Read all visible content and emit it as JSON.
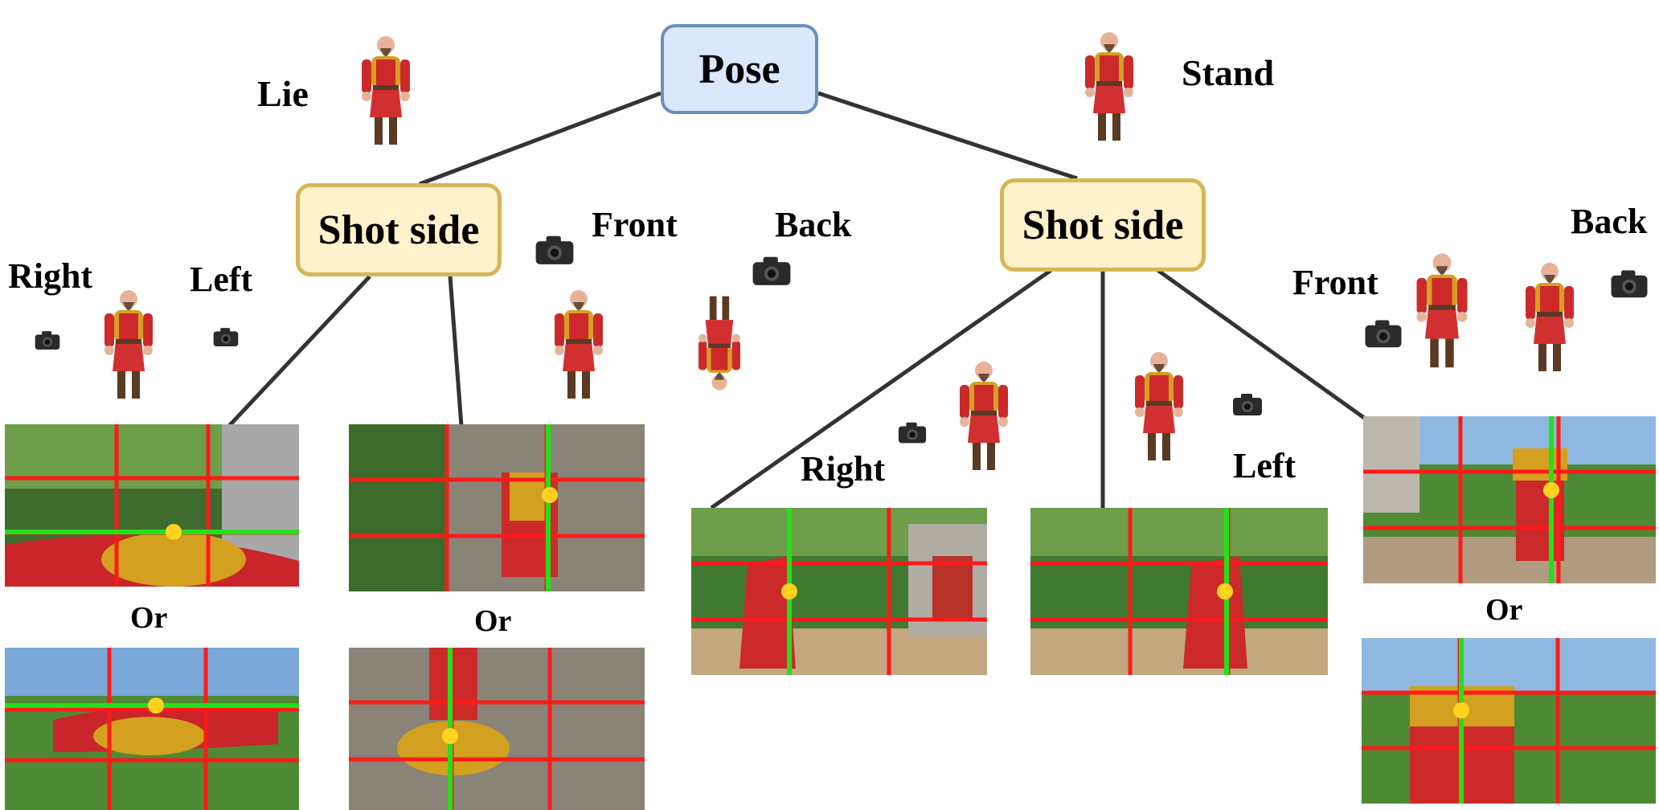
{
  "root": {
    "label": "Pose"
  },
  "branches": {
    "lie": {
      "label": "Lie",
      "node_label": "Shot side",
      "sides": {
        "right": "Right",
        "left": "Left",
        "front": "Front",
        "back": "Back"
      },
      "or_labels": [
        "Or",
        "Or"
      ]
    },
    "stand": {
      "label": "Stand",
      "node_label": "Shot side",
      "sides": {
        "right": "Right",
        "left": "Left",
        "front": "Front",
        "back": "Back"
      },
      "or_labels": [
        "Or"
      ]
    }
  },
  "colors": {
    "pose_fill": "#dae8fc",
    "pose_border": "#6c8ebf",
    "side_fill": "#fff2cc",
    "side_border": "#d6b656",
    "connector": "#333333",
    "grid_red": "#ff1a1a",
    "grid_green": "#22e01a",
    "subject_dot": "#ffd21f"
  },
  "icons": [
    "character-figure-icon",
    "camera-icon"
  ]
}
